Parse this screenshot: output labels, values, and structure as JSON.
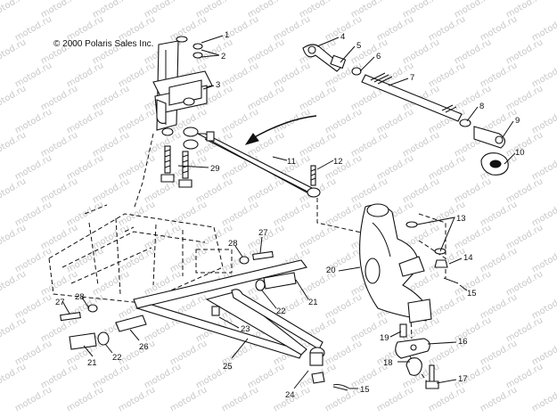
{
  "copyright": "© 2000 Polaris Sales Inc.",
  "watermark": "motod.ru",
  "callouts": [
    "1",
    "2",
    "3",
    "4",
    "5",
    "6",
    "7",
    "8",
    "9",
    "10",
    "11",
    "12",
    "13",
    "14",
    "15",
    "16",
    "17",
    "18",
    "19",
    "20",
    "21",
    "22",
    "23",
    "24",
    "25",
    "26",
    "27",
    "28",
    "29"
  ]
}
